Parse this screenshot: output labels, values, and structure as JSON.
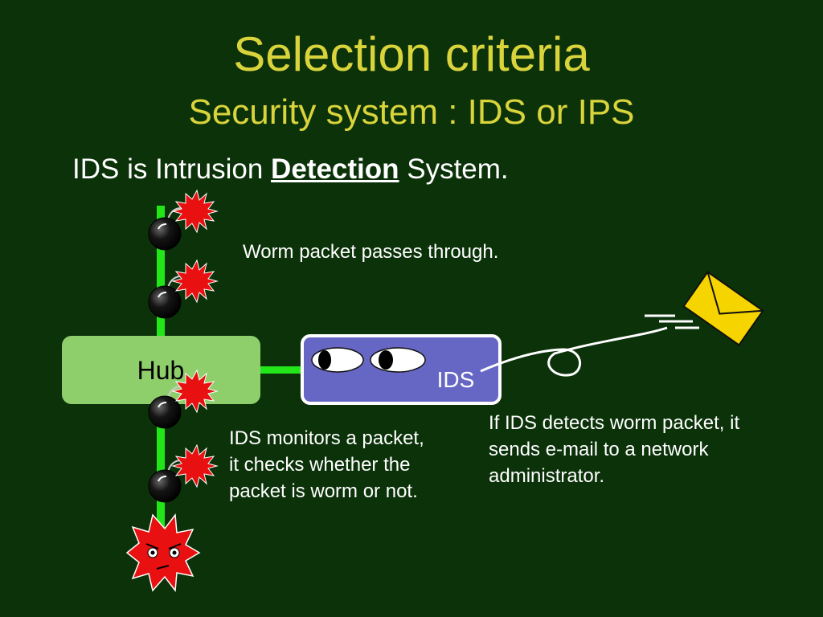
{
  "slide": {
    "title": "Selection criteria",
    "subtitle": "Security system : IDS or IPS",
    "headline": {
      "prefix": "IDS is Intrusion ",
      "emphasis": "Detection",
      "suffix": " System."
    }
  },
  "diagram": {
    "hub_label": "Hub",
    "ids_label": "IDS",
    "note_pass": "Worm packet passes through.",
    "note_monitor": "IDS monitors a packet, it checks whether the packet is worm or not.",
    "note_alert": "If IDS detects worm packet, it sends e-mail to a network administrator."
  },
  "colors": {
    "background": "#0b3209",
    "title": "#d9d33c",
    "link": "#22e51a",
    "hub_fill": "#8fcf6b",
    "ids_fill": "#6667c4",
    "burst": "#e81010",
    "envelope": "#f5d400"
  },
  "icons": [
    "bomb-icon",
    "explosion-icon",
    "eyes-icon",
    "envelope-icon",
    "angry-worm-icon"
  ]
}
